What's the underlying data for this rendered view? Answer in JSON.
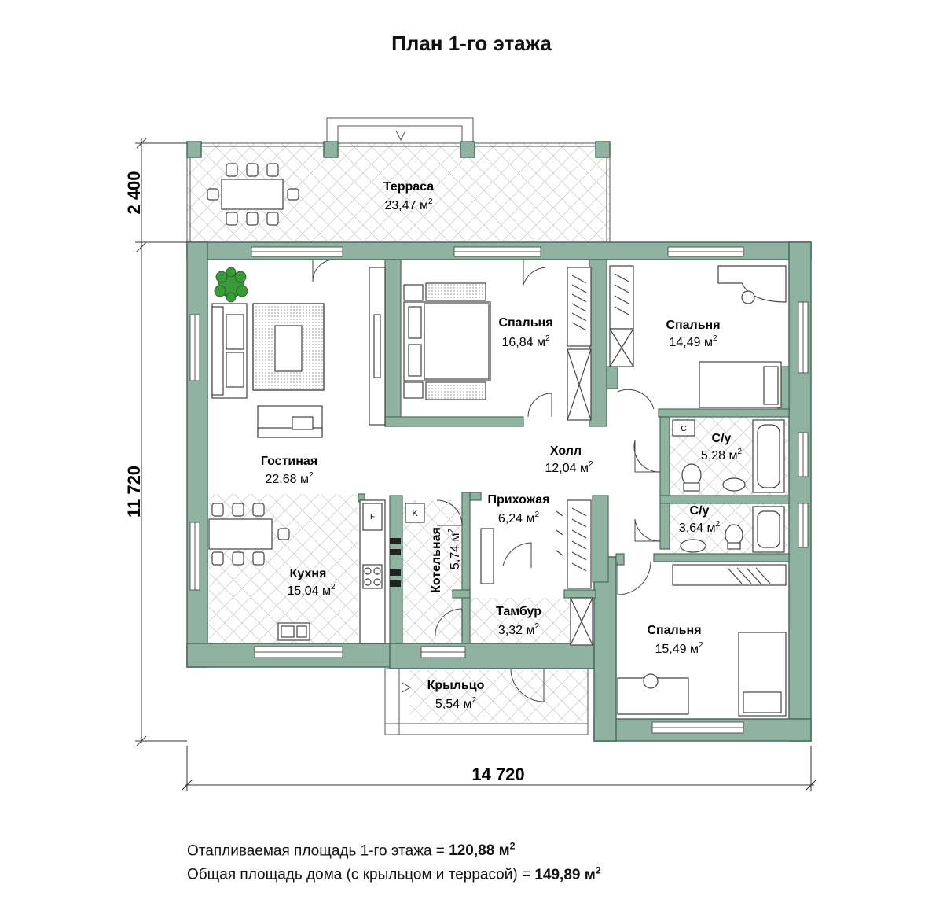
{
  "title": "План 1-го этажа",
  "area_unit": "м",
  "area_sup": "2",
  "rooms": {
    "terrace": {
      "name": "Терраса",
      "area": "23,47"
    },
    "bed1": {
      "name": "Спальня",
      "area": "16,84"
    },
    "bed2": {
      "name": "Спальня",
      "area": "14,49"
    },
    "living": {
      "name": "Гостиная",
      "area": "22,68"
    },
    "hall": {
      "name": "Холл",
      "area": "12,04"
    },
    "bath1": {
      "name": "С/у",
      "area": "5,28"
    },
    "bath2": {
      "name": "С/у",
      "area": "3,64"
    },
    "entry": {
      "name": "Прихожая",
      "area": "6,24"
    },
    "boiler": {
      "name": "Котельная",
      "area": "5,74"
    },
    "kitchen": {
      "name": "Кухня",
      "area": "15,04"
    },
    "vestibule": {
      "name": "Тамбур",
      "area": "3,32"
    },
    "bed3": {
      "name": "Спальня",
      "area": "15,49"
    },
    "porch": {
      "name": "Крыльцо",
      "area": "5,54"
    }
  },
  "dimensions": {
    "terrace_depth": "2 400",
    "house_depth": "11 720",
    "house_width": "14 720"
  },
  "appliance_labels": {
    "fridge": "F",
    "boiler_unit": "K",
    "bath_cabinet": "C"
  },
  "summary": {
    "heated_label": "Отапливаемая площадь 1-го этажа  = ",
    "heated_value": "120,88",
    "total_label": "Общая площадь дома (с крыльцом и террасой)  = ",
    "total_value": "149,89"
  },
  "colors": {
    "wall": "#8fb3a0",
    "wall_stroke": "#4a6b5a",
    "tile_line": "#c9c9c9",
    "furniture": "#555555",
    "plant": "#2f8a2f"
  }
}
